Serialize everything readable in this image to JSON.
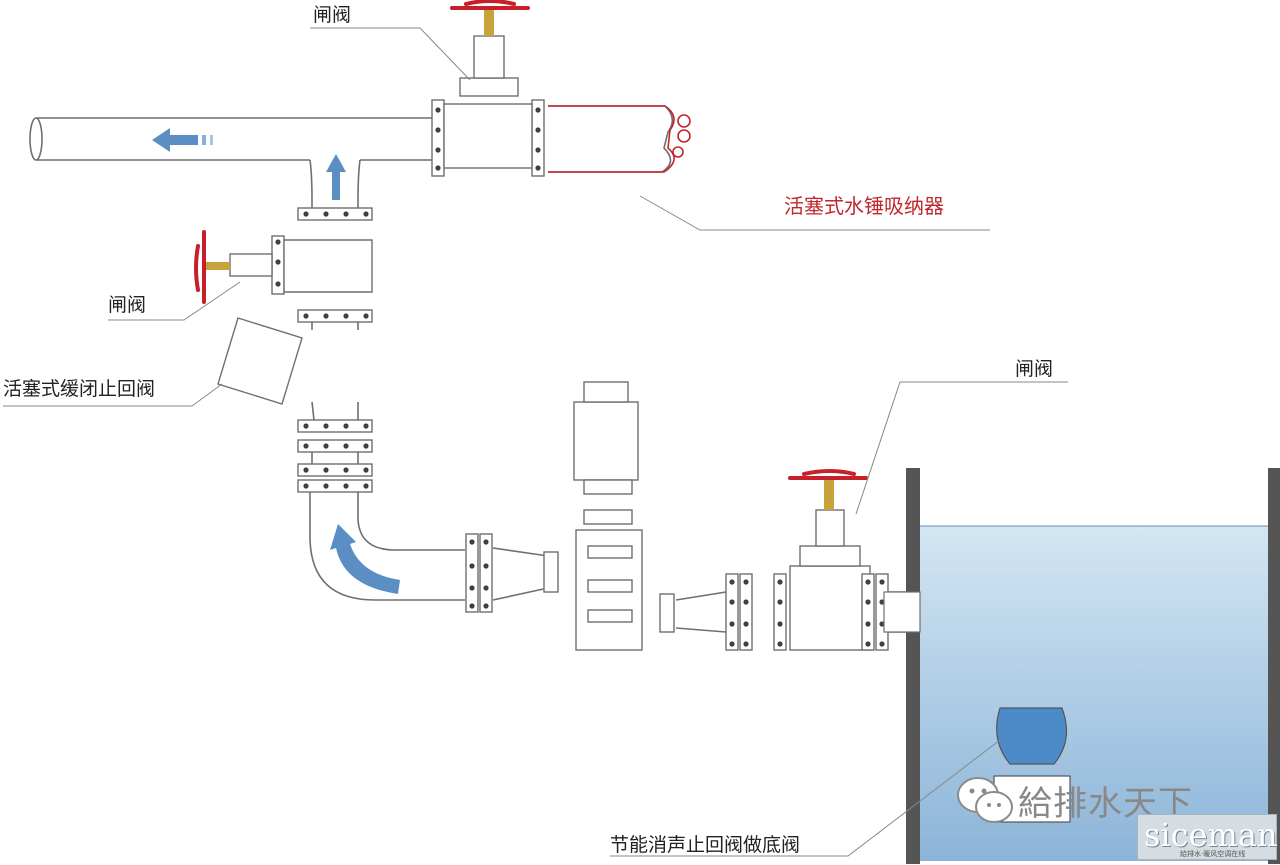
{
  "labels": {
    "gate_top": "闸阀",
    "hammer_absorber": "活塞式水锤吸纳器",
    "gate_left": "闸阀",
    "slow_check": "活塞式缓闭止回阀",
    "gate_right": "闸阀",
    "foot_valve": "节能消声止回阀做底阀"
  },
  "watermark": {
    "text": "給排水天下",
    "brand": "siceman",
    "brand_sub": "給排水·暖风空调在线"
  },
  "colors": {
    "line": "#6f6f6f",
    "handwheel": "#c8202a",
    "hammer": "#c0272d",
    "flow_arrow": "#5b8fc4",
    "water_top": "#cfe3f1",
    "water_bottom": "#8fb6d9"
  }
}
